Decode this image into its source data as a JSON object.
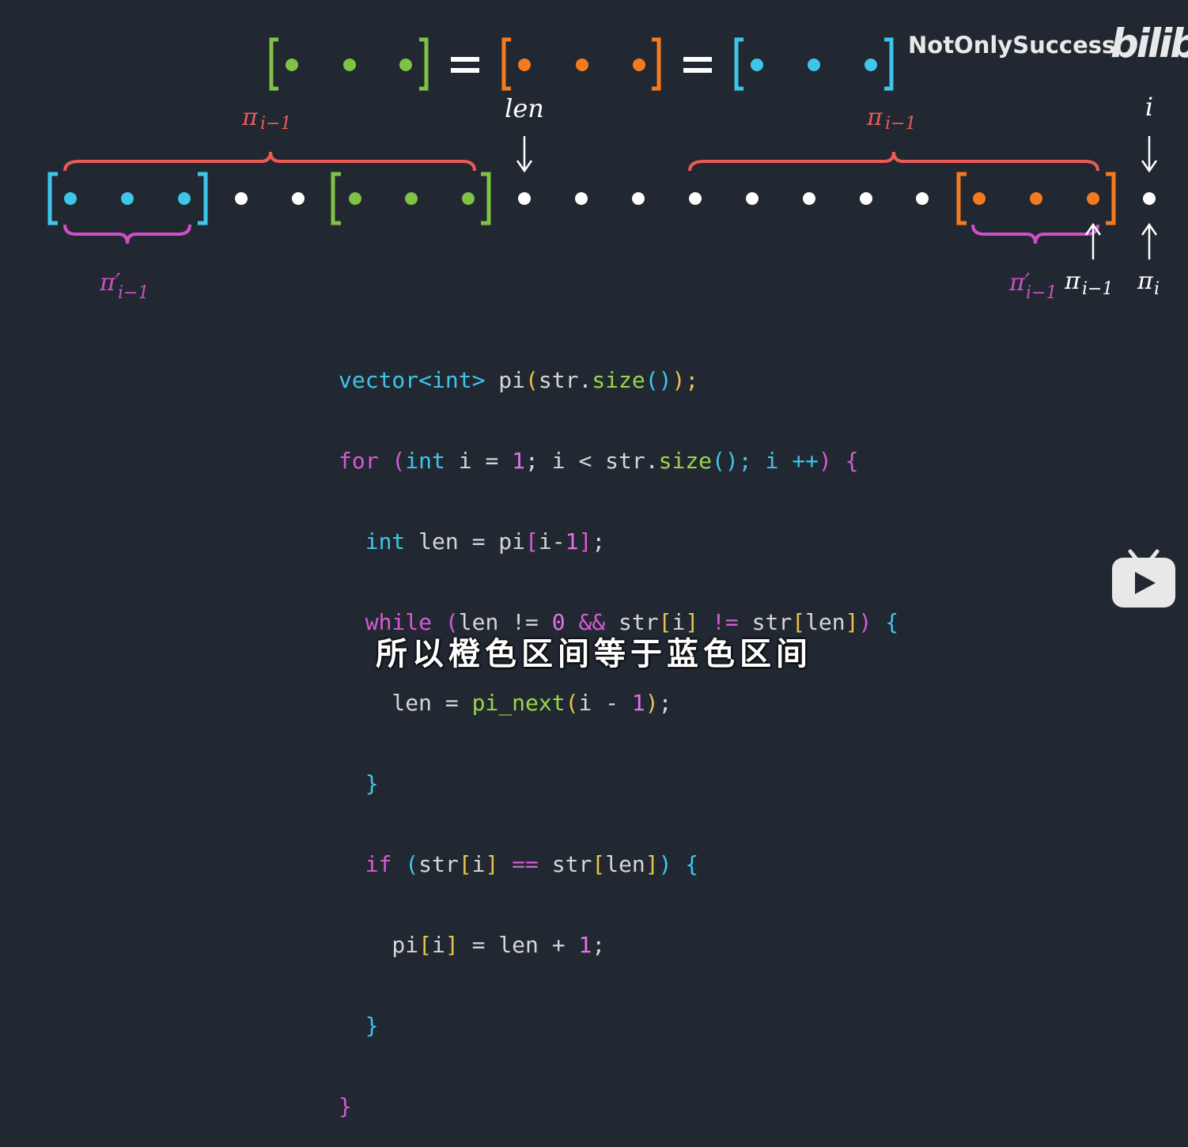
{
  "colors": {
    "background": "#222831",
    "green": "#7fc245",
    "orange": "#f47a1f",
    "cyan": "#3ec6ea",
    "red_brace": "#ee5a55",
    "magenta": "#d04fc8",
    "white": "#ffffff"
  },
  "watermark": {
    "channel": "NotOnlySuccess",
    "site_logo": "bilibili"
  },
  "equation": {
    "groups": [
      "green",
      "orange",
      "cyan"
    ],
    "equals": "="
  },
  "labels": {
    "pi_im1_left": "π",
    "pi_im1_left_sub": "i−1",
    "pi_im1_right": "π",
    "pi_im1_right_sub": "i−1",
    "pi_prime_left": "π′",
    "pi_prime_left_sub": "i−1",
    "pi_prime_right": "π′",
    "pi_prime_right_sub": "i−1",
    "pi_im1_bottom": "π",
    "pi_im1_bottom_sub": "i−1",
    "pi_i": "π",
    "pi_i_sub": "i",
    "len": "len",
    "i": "i"
  },
  "code": {
    "line1": [
      "vector<int>",
      " pi",
      "(",
      "str.",
      "size",
      "()",
      ");"
    ],
    "line2": [
      "for",
      " (",
      "int",
      " i = ",
      "1",
      "; i < str.",
      "size",
      "(); i ++",
      ")",
      " {"
    ],
    "line3": [
      "  ",
      "int",
      " len = pi",
      "[",
      "i-",
      "1",
      "]",
      ";"
    ],
    "line4": [
      "  ",
      "while",
      " (",
      "len != ",
      "0",
      " && ",
      "str",
      "[",
      "i",
      "]",
      " != ",
      "str",
      "[",
      "len",
      "]",
      ")",
      " {"
    ],
    "line5": [
      "    len = ",
      "pi_next",
      "(",
      "i - ",
      "1",
      ")",
      ";"
    ],
    "line6": [
      "  ",
      "}"
    ],
    "line7": [
      "  ",
      "if",
      " (",
      "str",
      "[",
      "i",
      "]",
      " == ",
      "str",
      "[",
      "len",
      "]",
      ")",
      " {"
    ],
    "line8": [
      "    pi",
      "[",
      "i",
      "]",
      " = len + ",
      "1",
      ";"
    ],
    "line9": [
      "  ",
      "}"
    ],
    "line10": [
      "}"
    ]
  },
  "subtitle": "所以橙色区间等于蓝色区间"
}
